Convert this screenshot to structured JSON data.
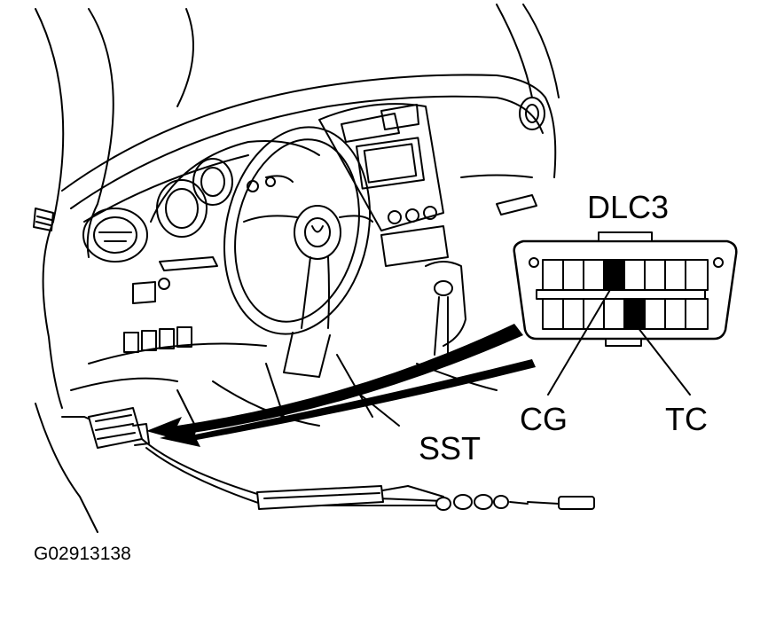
{
  "labels": {
    "connector": "DLC3",
    "pin_cg": "CG",
    "pin_tc": "TC",
    "tool": "SST",
    "figure_id": "G02913138"
  },
  "colors": {
    "ink": "#000000",
    "paper": "#ffffff"
  }
}
